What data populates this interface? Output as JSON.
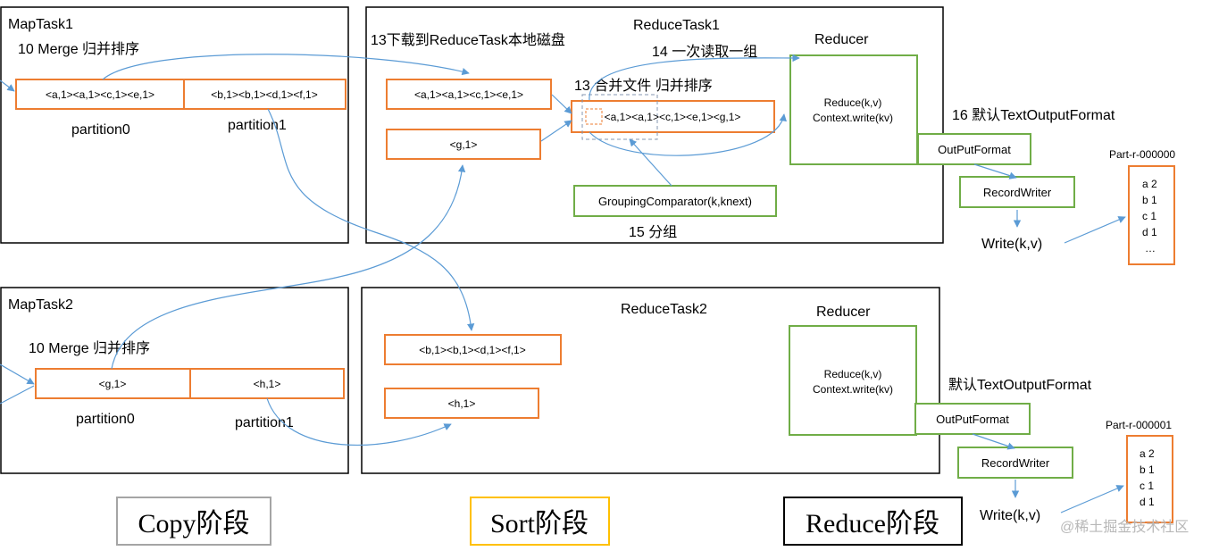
{
  "colors": {
    "frame": "#000000",
    "orange": "#ED7D31",
    "green": "#70AD47",
    "blue": "#5B9BD5",
    "gray_box": "#A5A5A5",
    "gold_box": "#FFC000",
    "dashed": "#8497B0"
  },
  "maptask1": {
    "title": "MapTask1",
    "step": "10 Merge 归并排序",
    "cells": [
      "<a,1><a,1><c,1><e,1>",
      "<b,1><b,1><d,1><f,1>"
    ],
    "partitions": [
      "partition0",
      "partition1"
    ]
  },
  "maptask2": {
    "title": "MapTask2",
    "step": "10 Merge 归并排序",
    "cells": [
      "<g,1>",
      "<h,1>"
    ],
    "partitions": [
      "partition0",
      "partition1"
    ]
  },
  "reducetask1": {
    "title": "ReduceTask1",
    "download_step": "13下载到ReduceTask本地磁盘",
    "read_step": "14 一次读取一组",
    "merge_step": "13 合并文件 归并排序",
    "files": [
      "<a,1><a,1><c,1><e,1>",
      "<g,1>"
    ],
    "merged": "<a,1><a,1><c,1><e,1><g,1>",
    "grouping": "GroupingComparator(k,knext)",
    "group_step": "15 分组",
    "reducer_title": "Reducer",
    "reducer_lines": [
      "Reduce(k,v)",
      "Context.write(kv)"
    ],
    "output_step": "16 默认TextOutputFormat",
    "output_format": "OutPutFormat",
    "record_writer": "RecordWriter",
    "write": "Write(k,v)",
    "part_title": "Part-r-000000",
    "part_lines": [
      "a 2",
      "b 1",
      "c 1",
      "d 1",
      "…"
    ]
  },
  "reducetask2": {
    "title": "ReduceTask2",
    "files": [
      "<b,1><b,1><d,1><f,1>",
      "<h,1>"
    ],
    "reducer_title": "Reducer",
    "reducer_lines": [
      "Reduce(k,v)",
      "Context.write(kv)"
    ],
    "output_step": "默认TextOutputFormat",
    "output_format": "OutPutFormat",
    "record_writer": "RecordWriter",
    "write": "Write(k,v)",
    "part_title": "Part-r-000001",
    "part_lines": [
      "a 2",
      "b 1",
      "c 1",
      "d 1"
    ]
  },
  "phases": [
    "Copy阶段",
    "Sort阶段",
    "Reduce阶段"
  ],
  "watermark": "@稀土掘金技术社区"
}
